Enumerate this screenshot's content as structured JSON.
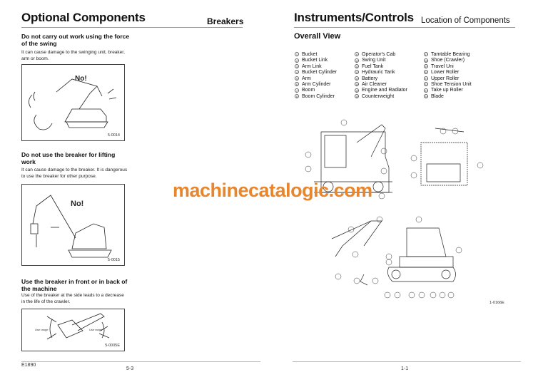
{
  "left_page": {
    "title": "Optional Components",
    "section": "Breakers",
    "items": [
      {
        "heading": "Do not carry out work using the force of the swing",
        "body": "It can cause damage to the swinging unit, breaker, arm or boom.",
        "figure_code": "5-0014",
        "figure_text": "No!"
      },
      {
        "heading": "Do not use the breaker for lifting work",
        "body": "It can cause damage to the breaker. It is dangerous to use the breaker for other purpose.",
        "figure_code": "5-0015",
        "figure_text": "No!"
      },
      {
        "heading": "Use the breaker in front or in back of the machine",
        "body": "Use of the breaker at the side leads to a decrease in the life of the crawler.",
        "figure_code": "5-0005E",
        "range_left": "Use range",
        "range_right": "Use range"
      }
    ],
    "doc_code": "E1890",
    "page_number": "5-3"
  },
  "right_page": {
    "title": "Instruments/Controls",
    "section": "Location of Components",
    "subtitle": "Overall View",
    "components": [
      [
        "Bucket",
        "Bucket Link",
        "Arm Link",
        "Bucket Cylinder",
        "Arm",
        "Arm Cylinder",
        "Boom",
        "Boom Cylinder"
      ],
      [
        "Operator's Cab",
        "Swing Unit",
        "Fuel Tank",
        "Hydrauric Tank",
        "Battery",
        "Air Cleaner",
        "Engine and Radiator",
        "Counterweight"
      ],
      [
        "Tamtable Bearing",
        "Shoe (Crawler)",
        "Travel Uni",
        "Lower Roller",
        "Upper Roller",
        "Shoe Tension Unit",
        "Take up Roller",
        "Blade"
      ]
    ],
    "figure_code": "1-0166E",
    "page_number": "1-1"
  },
  "watermark": "machinecatalogic.com"
}
